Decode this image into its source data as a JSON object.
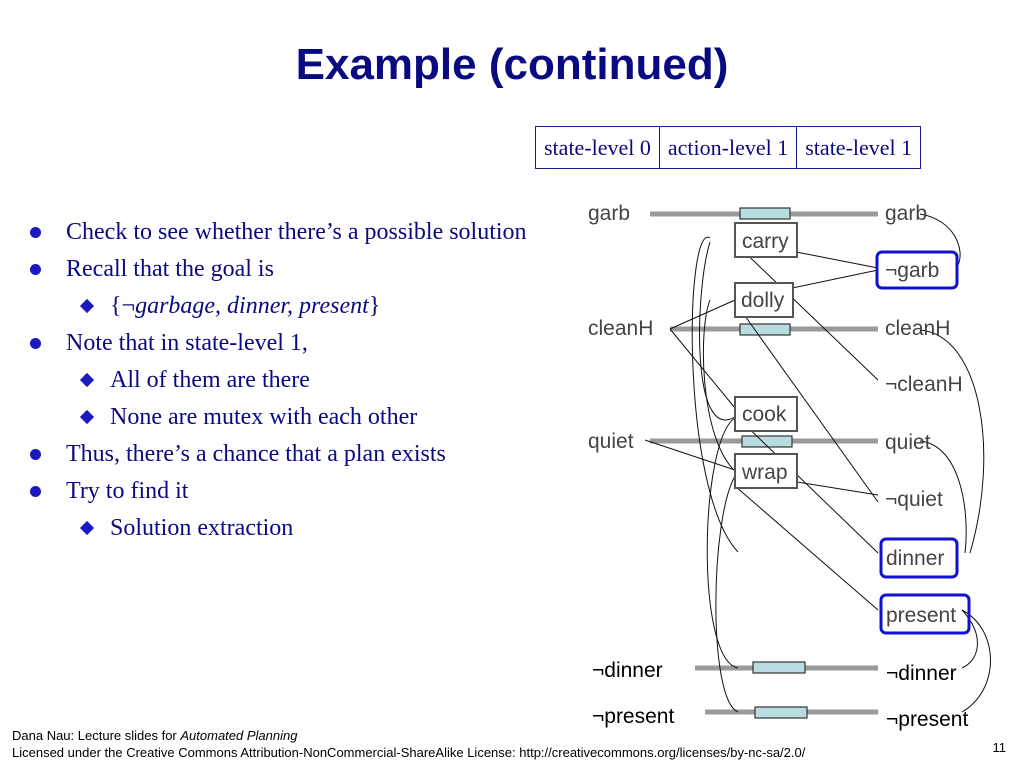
{
  "slide": {
    "title": "Example (continued)",
    "page_number": "11"
  },
  "levels": [
    "state-level 0",
    "action-level 1",
    "state-level 1"
  ],
  "bullets": {
    "b1": "Check to see whether there’s a possible solution",
    "b2": "Recall that the goal is",
    "b2_sub": {
      "open": "{¬",
      "italic": "garbage, dinner, present",
      "close": "}"
    },
    "b3": "Note that in state-level 1,",
    "b3_sub1": "All of them are there",
    "b3_sub2": "None are mutex with each other",
    "b4": "Thus, there’s a chance that a plan exists",
    "b5": "Try to find it",
    "b5_sub": "Solution extraction"
  },
  "diagram": {
    "state0": {
      "garb": "garb",
      "cleanH": "cleanH",
      "quiet": "quiet",
      "not_dinner": "¬dinner",
      "not_present": "¬present"
    },
    "actions": {
      "carry": "carry",
      "dolly": "dolly",
      "cook": "cook",
      "wrap": "wrap"
    },
    "state1": {
      "garb": "garb",
      "not_garb": "¬garb",
      "cleanH": "cleanH",
      "not_cleanH": "¬cleanH",
      "quiet": "quiet",
      "not_quiet": "¬quiet",
      "dinner": "dinner",
      "present": "present",
      "not_dinner": "¬dinner",
      "not_present": "¬present"
    },
    "colors": {
      "highlight": "#1010d0",
      "noop_bar": "#9a9a9a",
      "noop_box": "#b8dde0"
    }
  },
  "footer": {
    "credit_prefix": "Dana Nau: Lecture slides for ",
    "credit_book": "Automated Planning",
    "license": "Licensed under the Creative Commons Attribution-NonCommercial-ShareAlike License: http://creativecommons.org/licenses/by-nc-sa/2.0/"
  }
}
